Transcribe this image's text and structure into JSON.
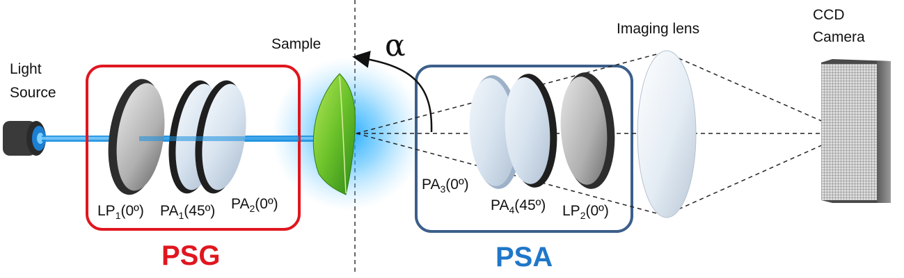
{
  "labels": {
    "light_source_line1": "Light",
    "light_source_line2": "Source",
    "sample": "Sample",
    "imaging_lens": "Imaging lens",
    "ccd_line1": "CCD",
    "ccd_line2": "Camera",
    "psg": "PSG",
    "psa": "PSA",
    "alpha": "α"
  },
  "elements": {
    "lp1": {
      "name": "LP",
      "sub": "1",
      "angle": "(0º)"
    },
    "pa1": {
      "name": "PA",
      "sub": "1",
      "angle": "(45º)"
    },
    "pa2": {
      "name": "PA",
      "sub": "2",
      "angle": "(0º)"
    },
    "pa3": {
      "name": "PA",
      "sub": "3",
      "angle": "(0º)"
    },
    "pa4": {
      "name": "PA",
      "sub": "4",
      "angle": "(45º)"
    },
    "lp2": {
      "name": "LP",
      "sub": "2",
      "angle": "(0º)"
    }
  },
  "colors": {
    "psg": "#e0161f",
    "psa": "#1f77c9",
    "psa_box": "#3c5f8a",
    "beam": "#1a8fe0"
  }
}
